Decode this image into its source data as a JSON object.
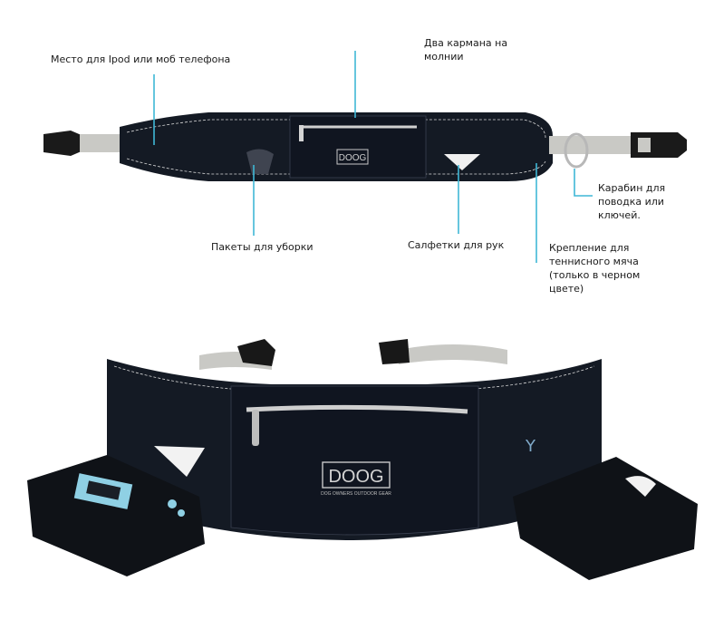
{
  "annotations": {
    "phone_pocket": "Место для Ipod или моб телефона",
    "zip_pockets": "Два кармана на\nмолнии",
    "waste_bags": "Пакеты для уборки",
    "hand_wipes": "Салфетки для рук",
    "ball_holder": "Крепление для\nтеннисного мяча\n(только в черном\nцвете)",
    "carabiner": "Карабин для\nповодка или\nключей."
  },
  "product": {
    "brand_logo": "DOOG",
    "brand_tagline": "DOG OWNERS OUTDOOR GEAR"
  },
  "colors": {
    "belt_body": "#141a24",
    "strap": "#c9c9c5",
    "pointer_line": "#3fb7d6",
    "stitch": "#d8d8d8"
  }
}
